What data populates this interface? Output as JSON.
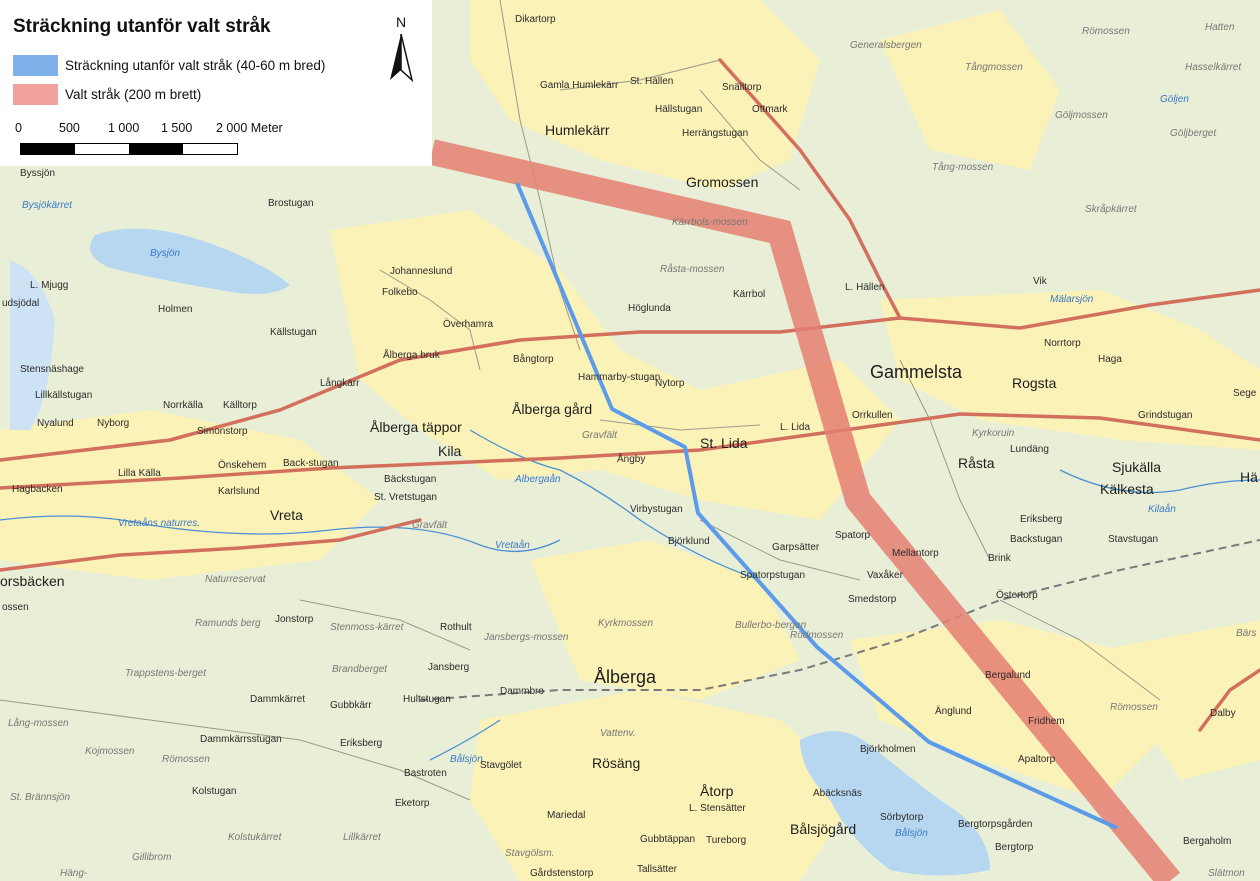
{
  "legend": {
    "title": "Sträckning utanför valt stråk",
    "items": [
      {
        "label": "Sträckning utanför valt stråk (40-60 m bred)",
        "color": "#7fb0ea"
      },
      {
        "label": "Valt stråk (200 m brett)",
        "color": "#f2a29c"
      }
    ],
    "scale_labels": [
      "0",
      "500",
      "1 000",
      "1 500",
      "2 000 Meter"
    ],
    "north_label": "N"
  },
  "map": {
    "colors": {
      "forest": "#e9efd6",
      "farmland": "#fbf2b7",
      "water": "#b7d7f1",
      "road": "#d36f5d",
      "route": "#5b9bea",
      "corridor": "#e57f73"
    },
    "places": [
      "Dikartorp",
      "Gamla Humlekärr",
      "St. Hällen",
      "Snälltorp",
      "Hällstugan",
      "Ottmark",
      "Humlekärr",
      "Herrängstugan",
      "Generalsbergen",
      "Tångmossen",
      "Römossen",
      "Hatten",
      "Hasselkärret",
      "Göljen",
      "Göljmossen",
      "Göljberget",
      "Tång-mossen",
      "Skråpkärret",
      "Gromossen",
      "Kärrbols-mossen",
      "Råsta-mossen",
      "Kärrbol",
      "L. Hällen",
      "Vik",
      "Mälarsjön",
      "Byssjön",
      "Bysjökärret",
      "Brostugan",
      "Bysjön",
      "L. Mjugg",
      "udsjödal",
      "Johanneslund",
      "Folkebo",
      "Holmen",
      "Höglunda",
      "Överhamra",
      "Källstugan",
      "Stensnäshage",
      "Ålberga bruk",
      "Bångtorp",
      "Lillkällstugan",
      "Långkärr",
      "Hammarby-stugan",
      "Nytorp",
      "Norrtorp",
      "Haga",
      "Gammelsta",
      "Rogsta",
      "Sege",
      "Nyalund",
      "Nyborg",
      "Norrkälla",
      "Källtorp",
      "Simonstorp",
      "Ålberga täppor",
      "Ålberga gård",
      "Orrkullen",
      "Grindstugan",
      "Kila",
      "Gravfält",
      "St. Lida",
      "L. Lida",
      "Kyrkoruin",
      "Lundäng",
      "Råsta",
      "Sjukälla",
      "Lilla Källa",
      "Önskehem",
      "Back-stugan",
      "Bäckstugan",
      "Ångby",
      "Hagbacken",
      "Karlslund",
      "St. Vretstugan",
      "Kälkesta",
      "Hä",
      "Albergaån",
      "Vreta",
      "Vretaåns naturres.",
      "Gravfält",
      "Virbystugan",
      "Eriksberg",
      "Backstugan",
      "Stavstugan",
      "Kilaån",
      "Vretaån",
      "Björklund",
      "Garpsätter",
      "Spatorp",
      "Mellantorp",
      "Brink",
      "orsbäcken",
      "Naturreservat",
      "Spatorpstugan",
      "Vaxåker",
      "ossen",
      "Smedstorp",
      "Östertorp",
      "Ramunds berg",
      "Jonstorp",
      "Stenmoss-kärret",
      "Rothult",
      "Jansbergs-mossen",
      "Kyrkmossen",
      "Bullerbo-bergen",
      "Rödmossen",
      "Bärs",
      "Trappstens-berget",
      "Brandberget",
      "Jansberg",
      "Ålberga",
      "Bergalund",
      "Lång-mossen",
      "Dammkärret",
      "Gubbkärr",
      "Hultstugan",
      "Dammbro",
      "Kojmossen",
      "Römossen",
      "Dammkärrsstugan",
      "Eriksberg",
      "Vattenv.",
      "Änglund",
      "Fridhem",
      "Römossen",
      "Dalby",
      "Bålsjön",
      "Bastroten",
      "Stavgölet",
      "Rösäng",
      "Björkholmen",
      "Apaltorp",
      "St. Brännsjön",
      "Kolstugan",
      "Åtorp",
      "Abäcksnäs",
      "Eketorp",
      "L. Stensätter",
      "Kolstukärret",
      "Lillkärret",
      "Mariedal",
      "Sörbytorp",
      "Bergtorpsgården",
      "Bergaholm",
      "Bålsjön",
      "Bålsjögård",
      "Gubbtäppan",
      "Tureborg",
      "Stavgölsm.",
      "Bergtorp",
      "Gillibrom",
      "Häng-",
      "Gårdstenstorp",
      "Tallsätter",
      "Slätmon"
    ]
  }
}
